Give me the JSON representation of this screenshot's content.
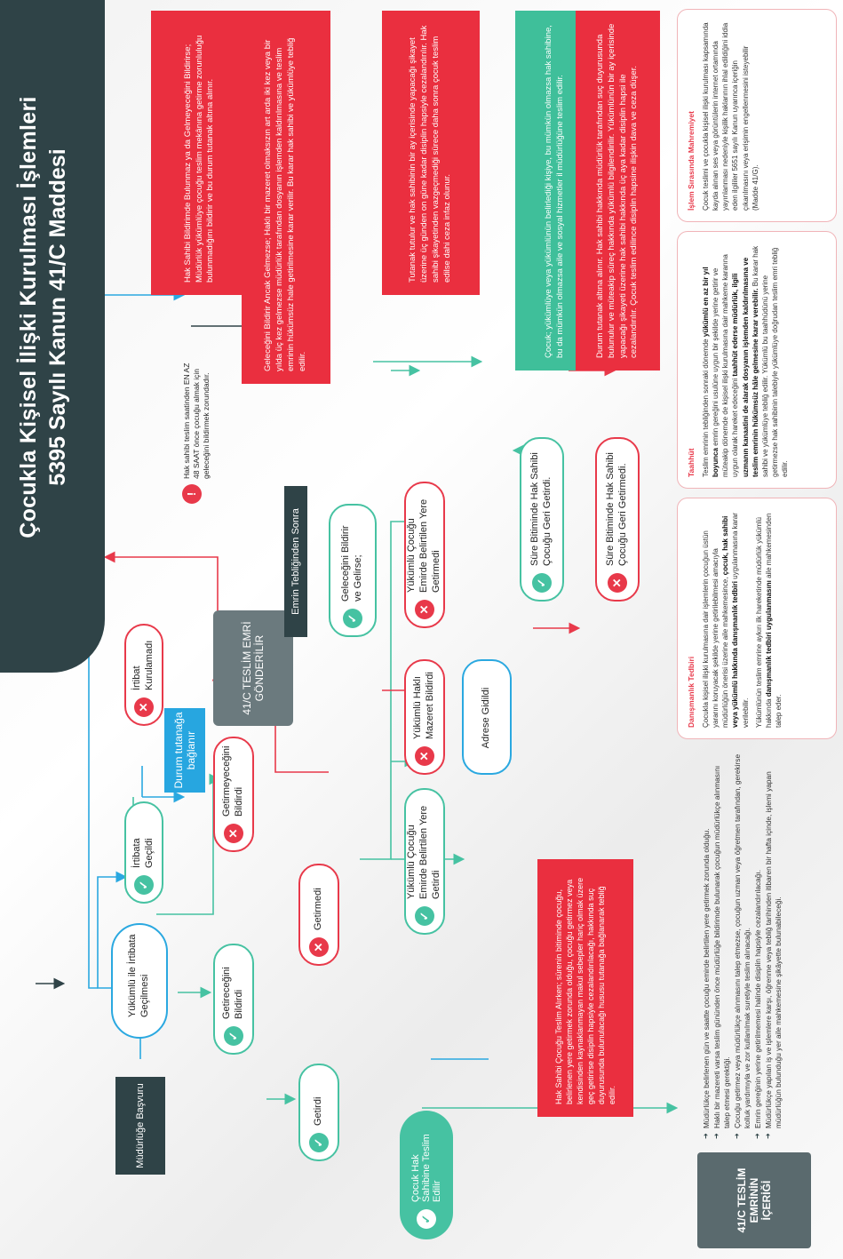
{
  "title": {
    "line1": "Çocukla Kişisel İlişki Kurulması İşlemleri",
    "line2": "5395 Sayılı Kanun 41/C Maddesi"
  },
  "nodes": {
    "apply": "Müdürlüğe Başvuru",
    "contact_try": "Yükümlü ile İrtibata Geçilmesi",
    "contact_ok": "İrtibata Geçildi",
    "contact_fail": "İrtibat Kurulamadı",
    "record_label": "Durum tutanağa bağlanır",
    "will_bring": "Getireceğini Bildirdi",
    "wont_bring": "Getirmeyeceğini Bildirdi",
    "brought": "Getirdi",
    "not_brought": "Getirmedi",
    "order_sent": "41/C TESLİM EMRİ GÖNDERİLİR",
    "after_notice": "Emrin Tebliğinden Sonra",
    "handed_over": "Çocuk Hak Sahibine Teslim Edilir",
    "obliged_brought": "Yükümlü Çocuğu Emirde Belirtilen Yere Getirdi",
    "obliged_excuse": "Yükümlü Haklı Mazeret Bildirdi",
    "address": "Adrese Gidildi",
    "will_come": "Geleceğini Bildirir ve Gelirse;",
    "obliged_not_brought": "Yükümlü Çocuğu Emirde Belirtilen Yere Getirmedi",
    "returned": "Süre Bitiminde Hak Sahibi Çocuğu Geri Getirdi.",
    "not_returned": "Süre Bitiminde Hak Sahibi Çocuğu Geri Getirmedi.",
    "note48": "Hak sahibi teslim saatinden EN AZ 48 SAAT önce çocuğu almak için geleceğini bildirmek zorundadır."
  },
  "red_boxes": {
    "r1": "Hak Sahibi Bildirimde Bulunmaz ya da Gelmeyeceğini Bildirirse; Müdürlük yükümlüye çocuğu teslim mekânına getirme zorunluluğu bulunmadığını bildirir ve bu durum tutanak altına alınır.",
    "r2": "Geleceğini Bildirir Ancak Gelmezse; Haklı bir mazeret olmaksızın art arda iki kez veya bir yılda üç kez gelmezse müdürlük tarafından dosyanın işlemden kaldırılmasına ve teslim emrinin hükümsüz hale getirilmesine karar verilir. Bu karar hak sahibi ve yükümlüye tebliğ edilir.",
    "r3": "Tutanak tutulur ve hak sahibinin bir ay içerisinde yapacağı şikayet üzerine üç günden on güne kadar disiplin hapsiyle cezalandırılır. Hak sahibi şikayetinden vazgeçmediği sürece daha sonra çocuk teslim edilse dahi ceza infaz olunur.",
    "r4": "Durum tutanak altına alınır. Hak sahibi hakkında müdürlük tarafından suç duyurusunda bulunulur ve müteakip süreç hakkında yükümlü bilgilendirilir. Yükümlünün bir ay içerisinde yapacağı şikayeti üzerine hak sahibi hakkında üç aya kadar disiplin hapsi ile cezalandırılır. Çocuk teslim edilince disiplin hapsine ilişkin dava ve ceza düşer.",
    "bottom": "Hak Sahibi Çocuğu Teslim Alırken; sürenin bitiminde çocuğu, belirlenen yere getirmek zorunda olduğu, çocuğu getirmez veya kendisinden kaynaklanmayan makul sebepler hariç olmak üzere geç getirirse disiplin hapsiyle cezalandırılacağı, hakkında suç duyurusunda bulunulacağı hususu tutanağa bağlanarak tebliğ edilir."
  },
  "green_box": "Çocuk; yükümlüye veya yükümlünün belirlediği kişiye, bu mümkün olmazsa hak sahibine, bu da mümkün olmazsa aile ve sosyal hizmetler il müdürlüğüne teslim edilir.",
  "contents": {
    "label": "41/C TESLİM EMRİNİN İÇERİĞİ",
    "items": [
      "Müdürlükçe belirlenen gün ve saatte çocuğu emirde belirtilen yere getirmek zorunda olduğu.",
      "Haklı bir mazereti varsa teslim gününden önce müdürlüğe bildirimde bulunarak çocuğun müdürlükçe alınmasını talep etmesi gerektiği.",
      "Çocuğu getirmez veya müdürlükçe alınmasını talep etmezse, çocuğun uzman veya öğretmen tarafından, gerekirse kolluk yardımıyla ve zor kullanılmak suretiyle teslim alınacağı.",
      "Emrin gereğinin yerine getirilmemesi halinde disiplin hapsiyle cezalandırılacağı.",
      "Müdürlükçe yapılan iş ve işlemlere karşı, öğrenme veya tebliğ tarihinden itibaren bir hafta içinde, işlemi yapan müdürlüğün bulunduğu yer aile mahkemesine şikâyette bulunabileceği."
    ]
  },
  "cards": {
    "c1_title": "Danışmanlık Tedbiri",
    "c1_p1": "Çocukla kişisel ilişki kurulmasına dair işlemlerin çocuğun üstün yararını koruyacak şekilde yerine getirilebilmesi amacıyla müdürlüğün önerisi üzerine aile mahkemesince,",
    "c1_b1": "çocuk, hak sahibi veya yükümlü hakkında danışmanlık tedbiri",
    "c1_p2": "uygulanmasına karar verilebilir.",
    "c1_p3": "Yükümlünün teslim emrine aykırı ilk hareketinde müdürlük yükümlü hakkında",
    "c1_b2": "danışmanlık tedbiri uygulanmasını",
    "c1_p4": "aile mahkemesinden talep eder.",
    "c2_title": "Taahhüt",
    "c2_p1": "Teslim emrinin tebliğinden sonraki dönemde",
    "c2_b1": "yükümlü en az bir yıl boyunca",
    "c2_p2": "emrin gereğini usulüne uygun bir şekilde yerine getirir ve müteakip dönemde de kişisel ilişki kurulmasına dair mahkeme kararına uygun olarak hareket edeceğini",
    "c2_b2": "taahhüt ederse müdürlük, ilgili uzmanın kanaatini de alarak dosyanın işlemden kaldırılmasına ve teslim emrinin hükümsüz hâle gelmesine karar verebilir.",
    "c2_p3": "Bu karar hak sahibi ve yükümlüye tebliğ edilir. Yükümlü bu taahhüdünü yerine getirmezse hak sahibinin talebiyle yükümlüye doğrudan teslim emri tebliğ edilir.",
    "c3_title": "İşlem Sırasında Mahremiyet",
    "c3_p1": "Çocuk teslimi ve çocukla kişisel ilişki kurulması kapsamında kayda alınan ses veya görüntülerin internet ortamında yayınlanması nedeniyle kişilik haklarının ihlal edildiğini iddia eden ilgililer 5651 sayılı Kanun uyarınca içeriğin çıkarılmasını veya erişimin engellenmesini isteyebilir (Madde 41/G)."
  },
  "colors": {
    "dark": "#2f4347",
    "red": "#ea2f3f",
    "green": "#46c2a2",
    "blue": "#2aa8e0"
  }
}
